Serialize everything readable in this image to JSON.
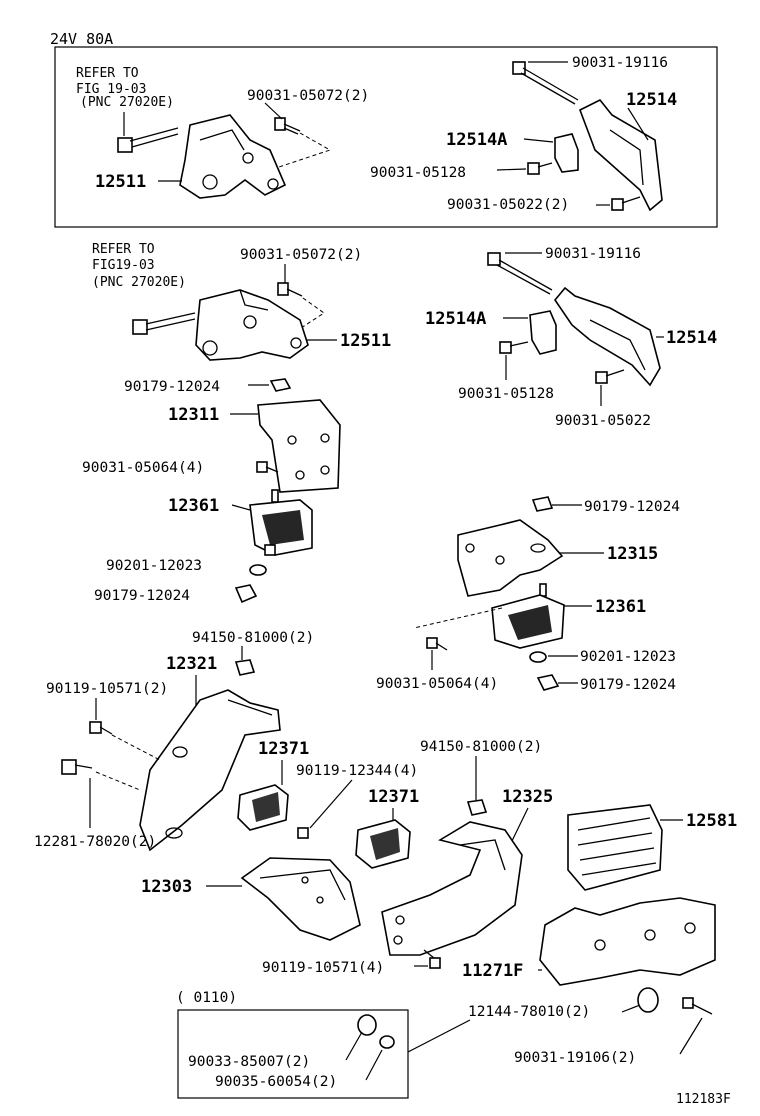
{
  "header": "24V  80A",
  "footer_code": "112183F",
  "box_note": "(      0110)",
  "refer_notes": {
    "top": [
      "REFER TO",
      "FIG 19-03",
      "(PNC 27020E)"
    ],
    "mid": [
      "REFER TO",
      "FIG19-03",
      "(PNC 27020E)"
    ]
  },
  "labels": {
    "t_90031_19116": "90031-19116",
    "t_12514": "12514",
    "t_90031_05072": "90031-05072(2)",
    "t_12514A": "12514A",
    "t_90031_05128": "90031-05128",
    "t_12511": "12511",
    "t_90031_05022_2": "90031-05022(2)",
    "m_90031_05072": "90031-05072(2)",
    "m_90031_19116": "90031-19116",
    "m_12514A": "12514A",
    "m_12514": "12514",
    "m_12511": "12511",
    "m_90179_12024": "90179-12024",
    "m_90031_05128": "90031-05128",
    "m_12311": "12311",
    "m_90031_05022": "90031-05022",
    "m_90031_05064": "90031-05064(4)",
    "m_12361": "12361",
    "r_90179_12024": "90179-12024",
    "m_90201_12023": "90201-12023",
    "r_12315": "12315",
    "m_90179_12024b": "90179-12024",
    "r_12361": "12361",
    "l_94150_81000": "94150-81000(2)",
    "r_90201_12023": "90201-12023",
    "l_12321": "12321",
    "r_90031_05064": "90031-05064(4)",
    "r_90179_12024b": "90179-12024",
    "l_90119_10571": "90119-10571(2)",
    "c_12371": "12371",
    "c_94150_81000": "94150-81000(2)",
    "c_90119_12344": "90119-12344(4)",
    "c_12371b": "12371",
    "c_12325": "12325",
    "r_12581": "12581",
    "l_12281_78020": "12281-78020(2)",
    "l_12303": "12303",
    "b_90119_10571": "90119-10571(4)",
    "r_11271F": "11271F",
    "b_12144_78010": "12144-78010(2)",
    "b_90033_85007": "90033-85007(2)",
    "b_90031_19106": "90031-19106(2)",
    "b_90035_60054": "90035-60054(2)"
  }
}
